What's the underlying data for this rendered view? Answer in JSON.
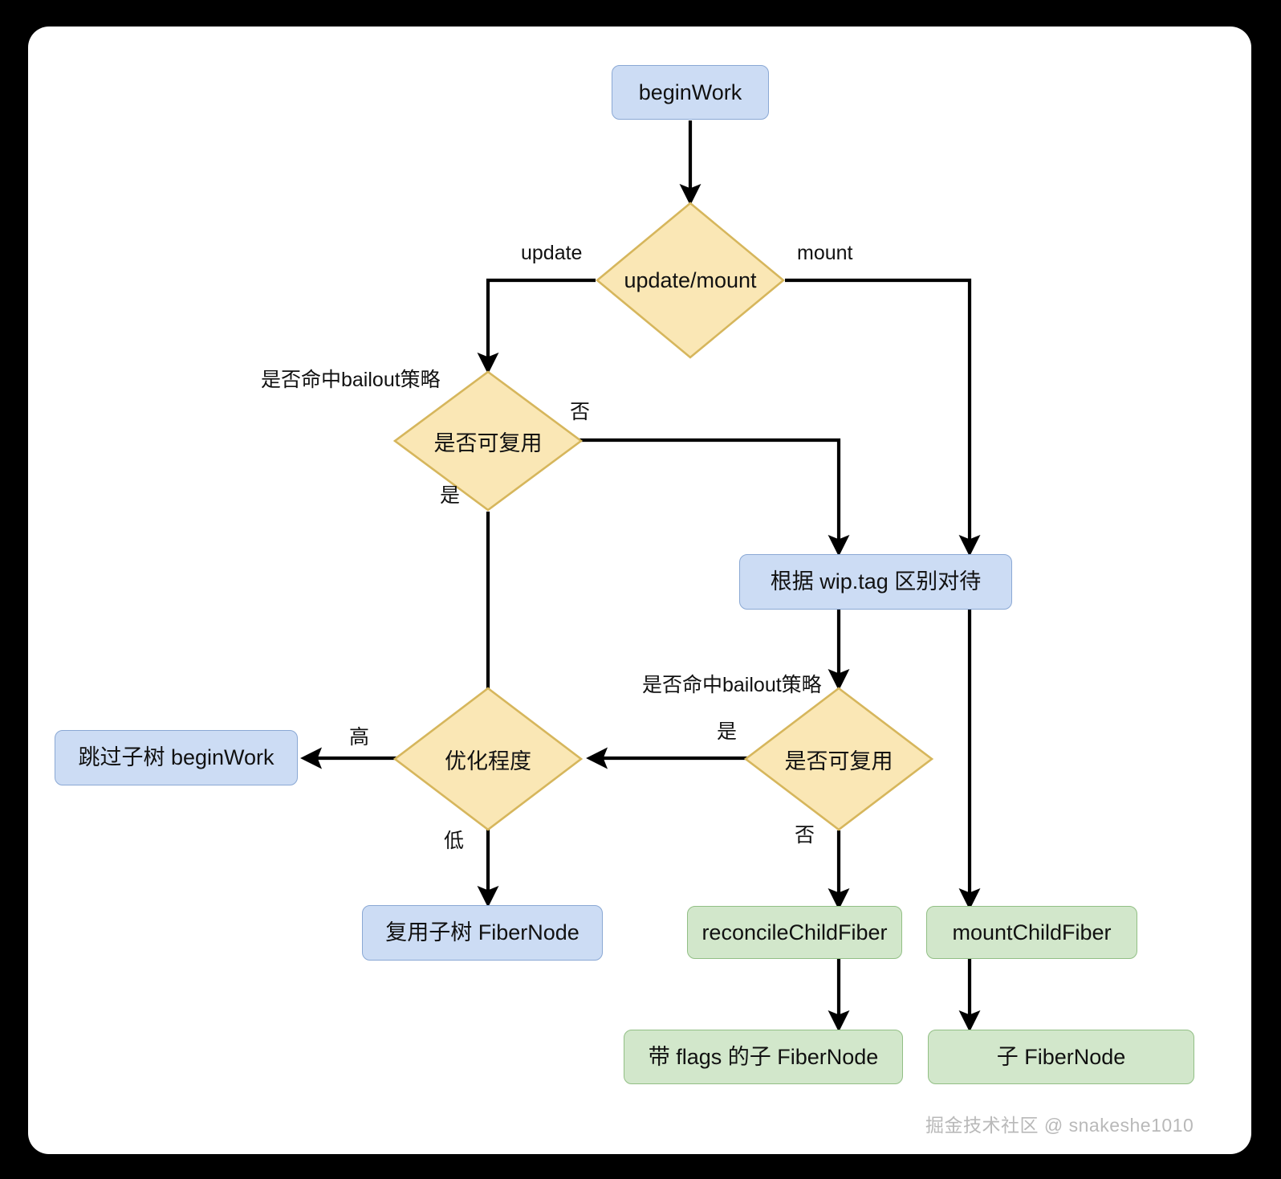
{
  "diagram": {
    "title": "beginWork flow",
    "colors": {
      "background": "#000000",
      "canvas": "#ffffff",
      "blue_fill": "#ccdcf4",
      "blue_stroke": "#8aa8d4",
      "green_fill": "#d2e7cb",
      "green_stroke": "#92bf85",
      "yellow_fill": "#fae7b5",
      "yellow_stroke": "#d6b65c",
      "edge": "#000000",
      "watermark": "#b9b9b9"
    },
    "nodes": [
      {
        "id": "begin-work",
        "label": "beginWork",
        "shape": "rounded-rect",
        "style": "blue"
      },
      {
        "id": "update-mount",
        "label": "update/mount",
        "shape": "diamond",
        "style": "yellow"
      },
      {
        "id": "reusable-update",
        "label": "是否可复用",
        "shape": "diamond",
        "style": "yellow"
      },
      {
        "id": "wip-tag",
        "label": "根据 wip.tag 区别对待",
        "shape": "rounded-rect",
        "style": "blue"
      },
      {
        "id": "reusable-mount",
        "label": "是否可复用",
        "shape": "diamond",
        "style": "yellow"
      },
      {
        "id": "optimize-level",
        "label": "优化程度",
        "shape": "diamond",
        "style": "yellow"
      },
      {
        "id": "skip-subtree",
        "label": "跳过子树 beginWork",
        "shape": "rounded-rect",
        "style": "blue"
      },
      {
        "id": "reuse-subtree",
        "label": "复用子树 FiberNode",
        "shape": "rounded-rect",
        "style": "blue"
      },
      {
        "id": "reconcile-child",
        "label": "reconcileChildFiber",
        "shape": "rounded-rect",
        "style": "green"
      },
      {
        "id": "mount-child",
        "label": "mountChildFiber",
        "shape": "rounded-rect",
        "style": "green"
      },
      {
        "id": "flagged-child",
        "label": "带 flags 的子 FiberNode",
        "shape": "rounded-rect",
        "style": "green"
      },
      {
        "id": "child-fiber",
        "label": "子 FiberNode",
        "shape": "rounded-rect",
        "style": "green"
      }
    ],
    "edge_labels": {
      "update": "update",
      "mount": "mount",
      "bailout_update": "是否命中bailout策略",
      "no_update": "否",
      "yes_update": "是",
      "bailout_mount": "是否命中bailout策略",
      "yes_mount": "是",
      "no_mount": "否",
      "high": "高",
      "low": "低"
    },
    "edges": [
      {
        "from": "begin-work",
        "to": "update-mount",
        "label": ""
      },
      {
        "from": "update-mount",
        "to": "reusable-update",
        "label": "update"
      },
      {
        "from": "update-mount",
        "to": "wip-tag",
        "label": "mount"
      },
      {
        "from": "reusable-update",
        "to": "wip-tag",
        "label": "否"
      },
      {
        "from": "reusable-update",
        "to": "optimize-level",
        "label": "是"
      },
      {
        "from": "wip-tag",
        "to": "reusable-mount",
        "label": ""
      },
      {
        "from": "wip-tag",
        "to": "mount-child",
        "label": ""
      },
      {
        "from": "reusable-mount",
        "to": "optimize-level",
        "label": "是"
      },
      {
        "from": "reusable-mount",
        "to": "reconcile-child",
        "label": "否"
      },
      {
        "from": "optimize-level",
        "to": "skip-subtree",
        "label": "高"
      },
      {
        "from": "optimize-level",
        "to": "reuse-subtree",
        "label": "低"
      },
      {
        "from": "reconcile-child",
        "to": "flagged-child",
        "label": ""
      },
      {
        "from": "mount-child",
        "to": "child-fiber",
        "label": ""
      }
    ],
    "watermark": "掘金技术社区 @ snakeshe1010"
  }
}
